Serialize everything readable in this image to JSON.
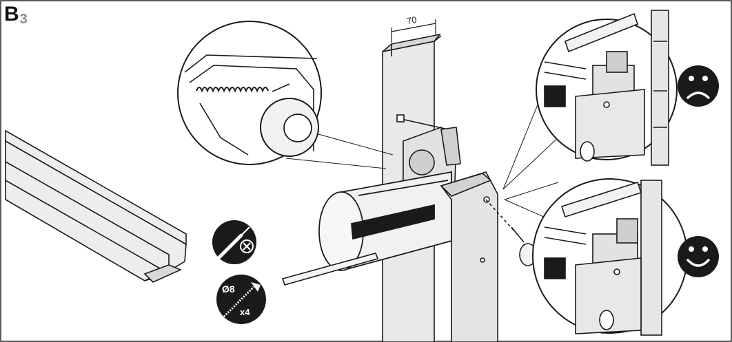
{
  "step": {
    "letter": "B",
    "number": "3"
  },
  "dimension": {
    "value": "70"
  },
  "tools": {
    "screw_diameter": "Ø8",
    "screw_count": "x4"
  },
  "colors": {
    "line": "#1a1a1a",
    "badge": "#1a1a1a",
    "panel": "#e6e6e6",
    "step_number": "#8a8a8a"
  },
  "indicators": {
    "wrong": "sad-face-icon",
    "correct": "happy-face-icon"
  }
}
